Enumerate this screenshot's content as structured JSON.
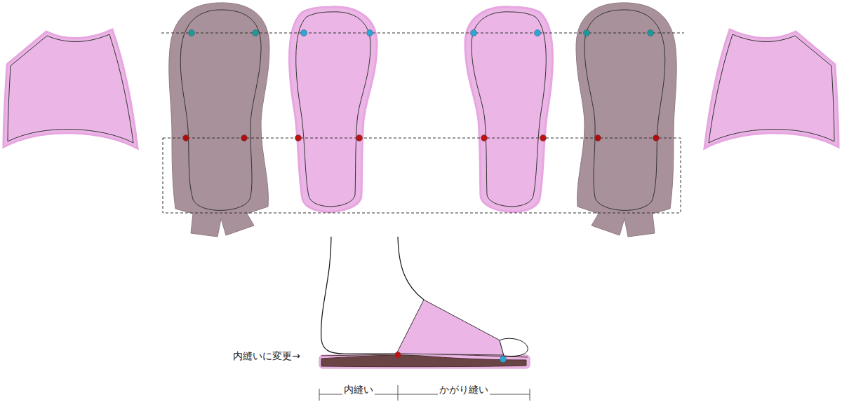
{
  "diagram": {
    "labels": [
      "内縫いに変更→",
      "内縫い",
      "かがり縫い"
    ]
  }
}
